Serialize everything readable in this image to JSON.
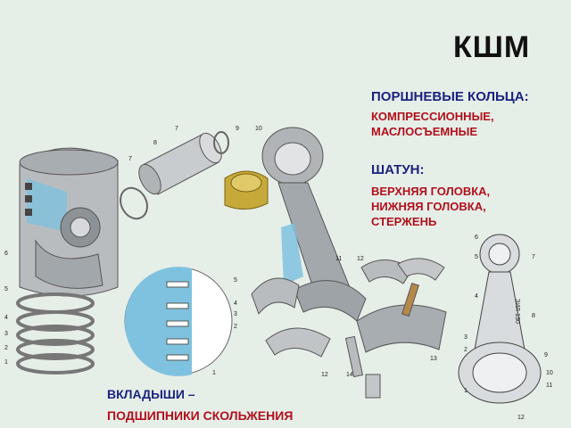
{
  "title": "КШМ",
  "sections": {
    "rings": {
      "heading": "ПОРШНЕВЫЕ КОЛЬЦА:",
      "items": "КОМПРЕССИОННЫЕ,\nМАСЛОСЪЕМНЫЕ"
    },
    "rod": {
      "heading": "ШАТУН:",
      "items": "ВЕРХНЯЯ ГОЛОВКА,\nНИЖНЯЯ ГОЛОВКА,\nСТЕРЖЕНЬ"
    },
    "bearings": {
      "heading": "ВКЛАДЫШИ –",
      "items": "ПОДШИПНИКИ СКОЛЬЖЕНИЯ"
    }
  },
  "callouts": {
    "piston": [
      "6",
      "5",
      "4",
      "3",
      "2",
      "1"
    ],
    "pin": [
      "7",
      "8",
      "9",
      "10",
      "7"
    ],
    "detail": [
      "5",
      "4",
      "3",
      "2",
      "1"
    ],
    "cap": [
      "11",
      "12",
      "12",
      "14",
      "13"
    ],
    "rod_small": [
      "6",
      "5",
      "7",
      "4",
      "8",
      "3",
      "2",
      "9",
      "10",
      "11",
      "1",
      "12"
    ],
    "rod_stamp": "ЗИЛ-130"
  },
  "colors": {
    "metal": "#b9bcbf",
    "metal_dark": "#8d9296",
    "bearing": "#c7a93a",
    "highlight": "#7fc2df"
  }
}
